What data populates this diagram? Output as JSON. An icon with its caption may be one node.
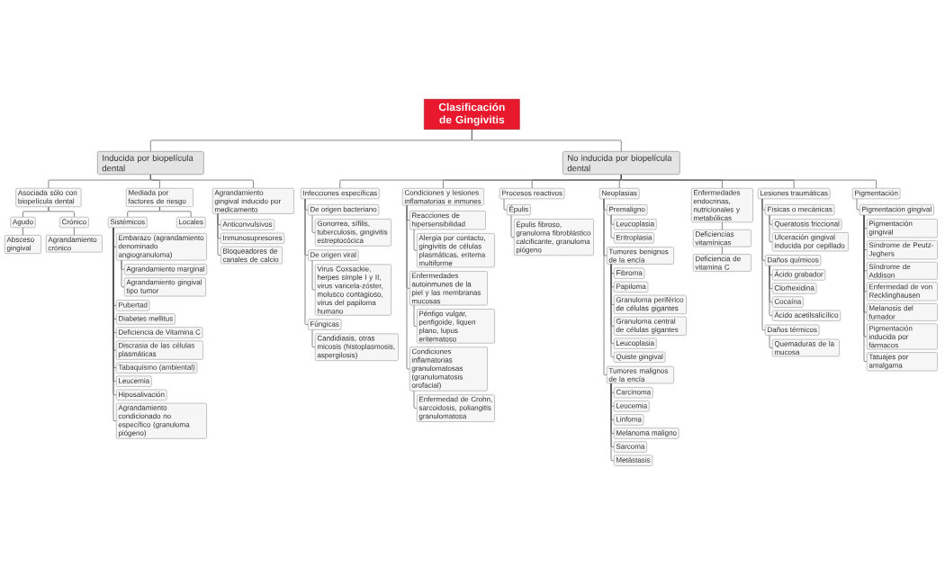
{
  "diagram": {
    "nodes": [
      {
        "text": [
          "Clasificación de Gingivitis"
        ]
      },
      {
        "text": [
          "Inducida por biopelícula dental"
        ]
      },
      {
        "text": [
          "Asociada sólo con biopelícula dental"
        ]
      },
      {
        "text": [
          "Agudo"
        ]
      },
      {
        "text": [
          "Absceso gingival"
        ]
      },
      {
        "text": [
          "Crónico"
        ]
      },
      {
        "text": [
          "Agrandamiento crónico"
        ]
      },
      {
        "text": [
          "Mediada por factores de riesgo"
        ]
      },
      {
        "text": [
          "Sistémicos"
        ]
      },
      {
        "text": [
          "Embarazo (agrandamiento denominado angiogranuloma)"
        ]
      },
      {
        "text": [
          "Agrandamiento marginal"
        ]
      },
      {
        "text": [
          "Agrandamiento gingival tipo tumor"
        ]
      },
      {
        "text": [
          "Pubertad"
        ]
      },
      {
        "text": [
          "Diabetes mellitus"
        ]
      },
      {
        "text": [
          "Deficiencia de Vitamina C"
        ]
      },
      {
        "text": [
          "Discrasia de las células plasmáticas"
        ]
      },
      {
        "text": [
          "Tabaquismo (ambiental)"
        ]
      },
      {
        "text": [
          "Leucemia"
        ]
      },
      {
        "text": [
          "Hiposalivación"
        ]
      },
      {
        "text": [
          "Agrandamiento condicionado no específico (granuloma piógeno)"
        ]
      },
      {
        "text": [
          "Locales"
        ]
      },
      {
        "text": [
          "Agrandamiento gingival inducido por medicamento"
        ]
      },
      {
        "text": [
          "Anticonvulsivos"
        ]
      },
      {
        "text": [
          "Inmunosupresores"
        ]
      },
      {
        "text": [
          "Bloqueadores de canales de calcio"
        ]
      },
      {
        "text": [
          "No inducida por biopelícula dental"
        ]
      },
      {
        "text": [
          "Infecciones específicas"
        ]
      },
      {
        "text": [
          "De origen bacteriano"
        ]
      },
      {
        "text": [
          "Gonorrea, sífilis, tuberculosis, gingivitis estreptocócica"
        ]
      },
      {
        "text": [
          "De origen viral"
        ]
      },
      {
        "text": [
          "Virus Coxsackie, herpes simple I y II, virus varicela-zóster, molusco contagioso, virus del papiloma humano"
        ]
      },
      {
        "text": [
          "Fúngicas"
        ]
      },
      {
        "text": [
          "Candidiasis, otras micosis (histoplasmosis, aspergilosis)"
        ]
      },
      {
        "text": [
          "Condiciones y lesiones inflamatorias e inmunes"
        ]
      },
      {
        "text": [
          "Reacciones de hipersensibilidad"
        ]
      },
      {
        "text": [
          "Alergia por contacto, gingivitis de células plasmáticas, eritema multiforme"
        ]
      },
      {
        "text": [
          "Enfermedades autoinmunes de la piel y las membranas mucosas"
        ]
      },
      {
        "text": [
          "Pénfigo vulgar, penfigoide, liquen plano, lupus eritematoso"
        ]
      },
      {
        "text": [
          "Condiciones inflamatorias granulomatosas (granulomatosis orofacial)"
        ]
      },
      {
        "text": [
          "Enfermedad de Crohn, sarcoidosis, poliangitis granulomatosa"
        ]
      },
      {
        "text": [
          "Procesos reactivos"
        ]
      },
      {
        "text": [
          "Épulis"
        ]
      },
      {
        "text": [
          "Épulis fibroso, granuloma fibroblástico calcificante, granuloma piógeno"
        ]
      },
      {
        "text": [
          "Neoplasias"
        ]
      },
      {
        "text": [
          "Premaligno"
        ]
      },
      {
        "text": [
          "Leucoplasia"
        ]
      },
      {
        "text": [
          "Eritroplasia"
        ]
      },
      {
        "text": [
          "Tumores benignos de la encía"
        ]
      },
      {
        "text": [
          "Fibroma"
        ]
      },
      {
        "text": [
          "Papiloma"
        ]
      },
      {
        "text": [
          "Granuloma periférico de células gigantes"
        ]
      },
      {
        "text": [
          "Granuloma central de células gigantes"
        ]
      },
      {
        "text": [
          "Leucoplasia"
        ]
      },
      {
        "text": [
          "Quiste gingival"
        ]
      },
      {
        "text": [
          "Tumores malignos de la encía"
        ]
      },
      {
        "text": [
          "Carcinoma"
        ]
      },
      {
        "text": [
          "Leucemia"
        ]
      },
      {
        "text": [
          "Linfoma"
        ]
      },
      {
        "text": [
          "Melanoma maligno"
        ]
      },
      {
        "text": [
          "Sarcoma"
        ]
      },
      {
        "text": [
          "Metástasis"
        ]
      },
      {
        "text": [
          "Enfermedades endocrinas, nutricionales y metabólicas"
        ]
      },
      {
        "text": [
          "Deficiencias vitamínicas"
        ]
      },
      {
        "text": [
          "Deficiencia de vitamina C"
        ]
      },
      {
        "text": [
          "Lesiones traumáticas"
        ]
      },
      {
        "text": [
          "Físicas o mecánicas"
        ]
      },
      {
        "text": [
          "Queratosis friccional"
        ]
      },
      {
        "text": [
          "Ulceración gingival inducida por cepillado"
        ]
      },
      {
        "text": [
          "Daños químicos"
        ]
      },
      {
        "text": [
          "Ácido grabador"
        ]
      },
      {
        "text": [
          "Clorhexidina"
        ]
      },
      {
        "text": [
          "Cocaína"
        ]
      },
      {
        "text": [
          "Ácido acetilsalicílico"
        ]
      },
      {
        "text": [
          "Daños térmicos"
        ]
      },
      {
        "text": [
          "Quemaduras de la mucosa"
        ]
      },
      {
        "text": [
          "Pigmentación"
        ]
      },
      {
        "text": [
          "Pigmentación gingival"
        ]
      },
      {
        "text": [
          "Pigmentación gingival"
        ]
      },
      {
        "text": [
          "Síndrome de Peutz-Jeghers"
        ]
      },
      {
        "text": [
          "Síndrome de Addison"
        ]
      },
      {
        "text": [
          "Enfermedad de von Recklinghausen"
        ]
      },
      {
        "text": [
          "Melanosis del fumador"
        ]
      },
      {
        "text": [
          "Pigmentación inducida por fármacos"
        ]
      },
      {
        "text": [
          "Tatuajes por amalgama"
        ]
      }
    ],
    "edges": [
      {
        "from": 0,
        "to": 1,
        "arrow": "none"
      },
      {
        "from": 0,
        "to": 25,
        "arrow": "none"
      },
      {
        "from": 1,
        "to": 2,
        "arrow": "none"
      },
      {
        "from": 1,
        "to": 7,
        "arrow": "none"
      },
      {
        "from": 1,
        "to": 21,
        "arrow": "none"
      },
      {
        "from": 2,
        "to": 3,
        "arrow": "none"
      },
      {
        "from": 2,
        "to": 5,
        "arrow": "none"
      },
      {
        "from": 3,
        "to": 4,
        "arrow": "none"
      },
      {
        "from": 5,
        "to": 6,
        "arrow": "none"
      },
      {
        "from": 7,
        "to": 8,
        "arrow": "none"
      },
      {
        "from": 7,
        "to": 20,
        "arrow": "none"
      },
      {
        "from": 8,
        "to": 9,
        "arrow": "none"
      },
      {
        "from": 8,
        "to": 12,
        "arrow": "none"
      },
      {
        "from": 8,
        "to": 13,
        "arrow": "none"
      },
      {
        "from": 8,
        "to": 14,
        "arrow": "none"
      },
      {
        "from": 8,
        "to": 15,
        "arrow": "none"
      },
      {
        "from": 8,
        "to": 16,
        "arrow": "none"
      },
      {
        "from": 8,
        "to": 17,
        "arrow": "none"
      },
      {
        "from": 8,
        "to": 18,
        "arrow": "none"
      },
      {
        "from": 8,
        "to": 19,
        "arrow": "none"
      },
      {
        "from": 9,
        "to": 10,
        "arrow": "none"
      },
      {
        "from": 9,
        "to": 11,
        "arrow": "none"
      },
      {
        "from": 21,
        "to": 22,
        "arrow": "none"
      },
      {
        "from": 21,
        "to": 23,
        "arrow": "none"
      },
      {
        "from": 21,
        "to": 24,
        "arrow": "none"
      },
      {
        "from": 25,
        "to": 26,
        "arrow": "none"
      },
      {
        "from": 25,
        "to": 33,
        "arrow": "none"
      },
      {
        "from": 25,
        "to": 40,
        "arrow": "none"
      },
      {
        "from": 25,
        "to": 43,
        "arrow": "none"
      },
      {
        "from": 25,
        "to": 61,
        "arrow": "none"
      },
      {
        "from": 25,
        "to": 64,
        "arrow": "none"
      },
      {
        "from": 25,
        "to": 75,
        "arrow": "none"
      },
      {
        "from": 26,
        "to": 27,
        "arrow": "none"
      },
      {
        "from": 26,
        "to": 29,
        "arrow": "none"
      },
      {
        "from": 26,
        "to": 31,
        "arrow": "none"
      },
      {
        "from": 27,
        "to": 28,
        "arrow": "none"
      },
      {
        "from": 29,
        "to": 30,
        "arrow": "none"
      },
      {
        "from": 31,
        "to": 32,
        "arrow": "none"
      },
      {
        "from": 33,
        "to": 34,
        "arrow": "none"
      },
      {
        "from": 33,
        "to": 36,
        "arrow": "none"
      },
      {
        "from": 33,
        "to": 38,
        "arrow": "none"
      },
      {
        "from": 34,
        "to": 35,
        "arrow": "none"
      },
      {
        "from": 36,
        "to": 37,
        "arrow": "none"
      },
      {
        "from": 38,
        "to": 39,
        "arrow": "none"
      },
      {
        "from": 40,
        "to": 41,
        "arrow": "none"
      },
      {
        "from": 41,
        "to": 42,
        "arrow": "none"
      },
      {
        "from": 43,
        "to": 44,
        "arrow": "none"
      },
      {
        "from": 43,
        "to": 47,
        "arrow": "none"
      },
      {
        "from": 43,
        "to": 54,
        "arrow": "none"
      },
      {
        "from": 44,
        "to": 45,
        "arrow": "none"
      },
      {
        "from": 44,
        "to": 46,
        "arrow": "none"
      },
      {
        "from": 47,
        "to": 48,
        "arrow": "none"
      },
      {
        "from": 47,
        "to": 49,
        "arrow": "none"
      },
      {
        "from": 47,
        "to": 50,
        "arrow": "none"
      },
      {
        "from": 47,
        "to": 51,
        "arrow": "none"
      },
      {
        "from": 47,
        "to": 52,
        "arrow": "none"
      },
      {
        "from": 47,
        "to": 53,
        "arrow": "none"
      },
      {
        "from": 54,
        "to": 55,
        "arrow": "none"
      },
      {
        "from": 54,
        "to": 56,
        "arrow": "none"
      },
      {
        "from": 54,
        "to": 57,
        "arrow": "none"
      },
      {
        "from": 54,
        "to": 58,
        "arrow": "none"
      },
      {
        "from": 54,
        "to": 59,
        "arrow": "none"
      },
      {
        "from": 54,
        "to": 60,
        "arrow": "none"
      },
      {
        "from": 61,
        "to": 62,
        "arrow": "none"
      },
      {
        "from": 62,
        "to": 63,
        "arrow": "none"
      },
      {
        "from": 64,
        "to": 65,
        "arrow": "none"
      },
      {
        "from": 64,
        "to": 68,
        "arrow": "none"
      },
      {
        "from": 64,
        "to": 73,
        "arrow": "none"
      },
      {
        "from": 65,
        "to": 66,
        "arrow": "none"
      },
      {
        "from": 65,
        "to": 67,
        "arrow": "none"
      },
      {
        "from": 68,
        "to": 69,
        "arrow": "none"
      },
      {
        "from": 68,
        "to": 70,
        "arrow": "none"
      },
      {
        "from": 68,
        "to": 71,
        "arrow": "none"
      },
      {
        "from": 68,
        "to": 72,
        "arrow": "none"
      },
      {
        "from": 73,
        "to": 74,
        "arrow": "none"
      },
      {
        "from": 75,
        "to": 76,
        "arrow": "none"
      },
      {
        "from": 76,
        "to": 77,
        "arrow": "none"
      },
      {
        "from": 76,
        "to": 78,
        "arrow": "none"
      },
      {
        "from": 76,
        "to": 79,
        "arrow": "none"
      },
      {
        "from": 76,
        "to": 80,
        "arrow": "none"
      },
      {
        "from": 76,
        "to": 81,
        "arrow": "none"
      },
      {
        "from": 76,
        "to": 82,
        "arrow": "none"
      },
      {
        "from": 76,
        "to": 83,
        "arrow": "none"
      }
    ]
  }
}
